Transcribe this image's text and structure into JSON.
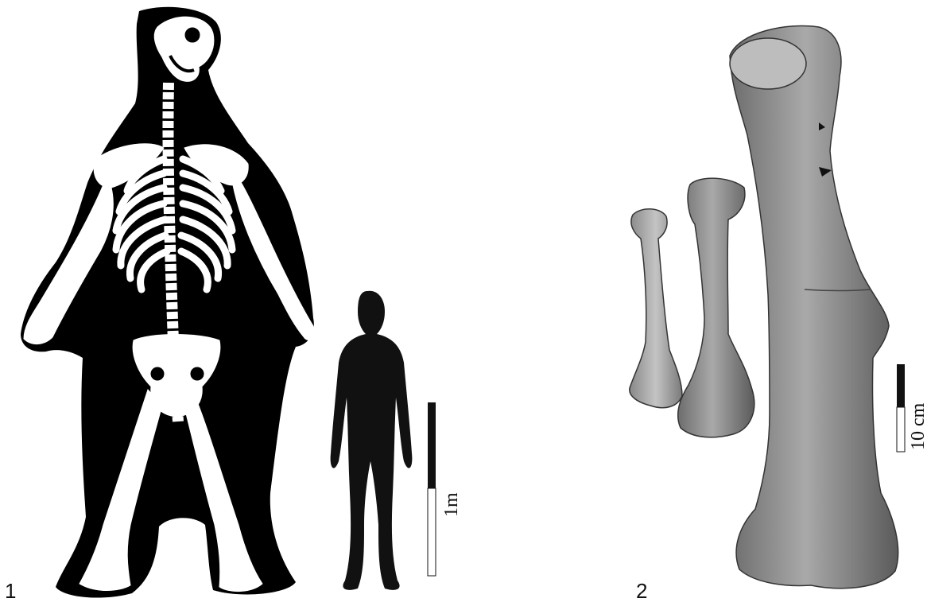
{
  "panel1": {
    "label": "1",
    "scale_label": "1m"
  },
  "panel2": {
    "label": "2",
    "scale_label": "10 cm"
  }
}
